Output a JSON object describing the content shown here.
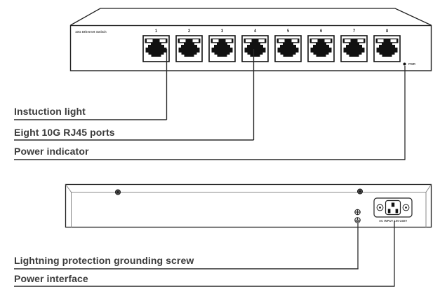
{
  "front_panel": {
    "model_label": "10G Ethernet Switch",
    "port_numbers": [
      "1",
      "2",
      "3",
      "4",
      "5",
      "6",
      "7",
      "8"
    ],
    "pwr_label": "PWR"
  },
  "rear_panel": {
    "ac_input_label": "AC INPUT 100-240V"
  },
  "callouts": {
    "instruction_light": "Instuction light",
    "rj45_ports": "Eight 10G RJ45 ports",
    "power_indicator": "Power indicator",
    "grounding_screw": "Lightning protection grounding screw",
    "power_interface": "Power interface"
  },
  "colors": {
    "outline": "#1f1f1f",
    "inner_line": "#8a8a8a",
    "text": "#3b3b3b"
  }
}
